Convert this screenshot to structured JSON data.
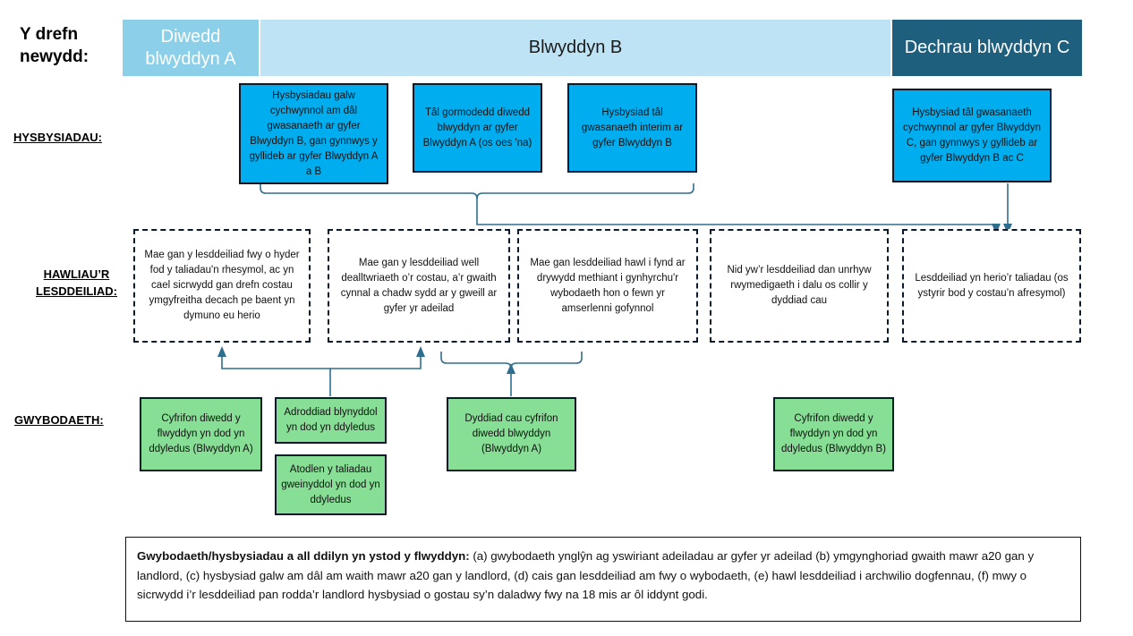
{
  "page": {
    "title_line1": "Y drefn",
    "title_line2": "newydd:"
  },
  "colors": {
    "cyan": "#00AEEF",
    "green": "#87DE95",
    "timeline_a": "#8CCFE8",
    "timeline_b": "#BEE3F4",
    "timeline_c": "#1F5F7E",
    "connector": "#2E6E8E",
    "outline": "#0a1a2b"
  },
  "timeline": [
    {
      "label": "Diwedd blwyddyn A"
    },
    {
      "label": "Blwyddyn B"
    },
    {
      "label": "Dechrau blwyddyn C"
    }
  ],
  "row_labels": {
    "notices": "HYSBYSIADAU:",
    "rights": "HAWLIAU’R LESDDEILIAD:",
    "information": "GWYBODAETH:"
  },
  "notices": [
    {
      "text": "Hysbysiadau galw cychwynnol am dâl gwasanaeth ar gyfer Blwyddyn B, gan gynnwys y gyllideb ar gyfer Blwyddyn A a B"
    },
    {
      "text": "Tâl gormodedd diwedd blwyddyn ar gyfer Blwyddyn A (os oes 'na)"
    },
    {
      "text": "Hysbysiad tâl gwasanaeth interim ar gyfer Blwyddyn B"
    },
    {
      "text": "Hysbysiad tâl gwasanaeth cychwynnol ar gyfer Blwyddyn C, gan gynnwys y gyllideb ar gyfer Blwyddyn B ac C"
    }
  ],
  "rights": [
    {
      "text": "Mae gan y lesddeiliad fwy o hyder fod y taliadau'n rhesymol, ac yn cael sicrwydd gan drefn costau ymgyfreitha decach pe baent yn dymuno eu herio"
    },
    {
      "text": "Mae gan y lesddeiliad well dealltwriaeth o’r costau, a’r gwaith cynnal a chadw sydd ar y gweill ar gyfer yr adeilad"
    },
    {
      "text": "Mae gan lesddeiliad hawl i fynd ar drywydd methiant i gynhyrchu'r wybodaeth hon o fewn yr amserlenni gofynnol"
    },
    {
      "text": "Nid yw’r lesddeiliad dan unrhyw rwymedigaeth i dalu os collir y dyddiad cau"
    },
    {
      "text": "Lesddeiliad yn herio’r taliadau (os ystyrir bod y costau’n afresymol)"
    }
  ],
  "information": [
    {
      "text": "Cyfrifon diwedd y flwyddyn yn dod yn ddyledus (Blwyddyn A)"
    },
    {
      "text": "Adroddiad blynyddol yn dod yn ddyledus"
    },
    {
      "text": "Atodlen y taliadau gweinyddol yn dod yn ddyledus"
    },
    {
      "text": "Dyddiad cau cyfrifon diwedd blwyddyn (Blwyddyn A)"
    },
    {
      "text": "Cyfrifon diwedd y flwyddyn yn dod yn ddyledus (Blwyddyn B)"
    }
  ],
  "footnote": {
    "lead": "Gwybodaeth/hysbysiadau a all ddilyn yn ystod y flwyddyn:",
    "body": " (a) gwybodaeth ynglŷn ag yswiriant adeiladau ar gyfer yr adeilad (b) ymgynghoriad gwaith mawr a20 gan y landlord, (c) hysbysiad galw am dâl am waith mawr a20 gan y landlord, (d) cais gan lesddeiliad am fwy o wybodaeth, (e) hawl lesddeiliad i archwilio dogfennau, (f) mwy o sicrwydd i’r lesddeiliad pan rodda’r landlord hysbysiad o gostau sy’n daladwy fwy na 18 mis ar ôl iddynt godi."
  }
}
